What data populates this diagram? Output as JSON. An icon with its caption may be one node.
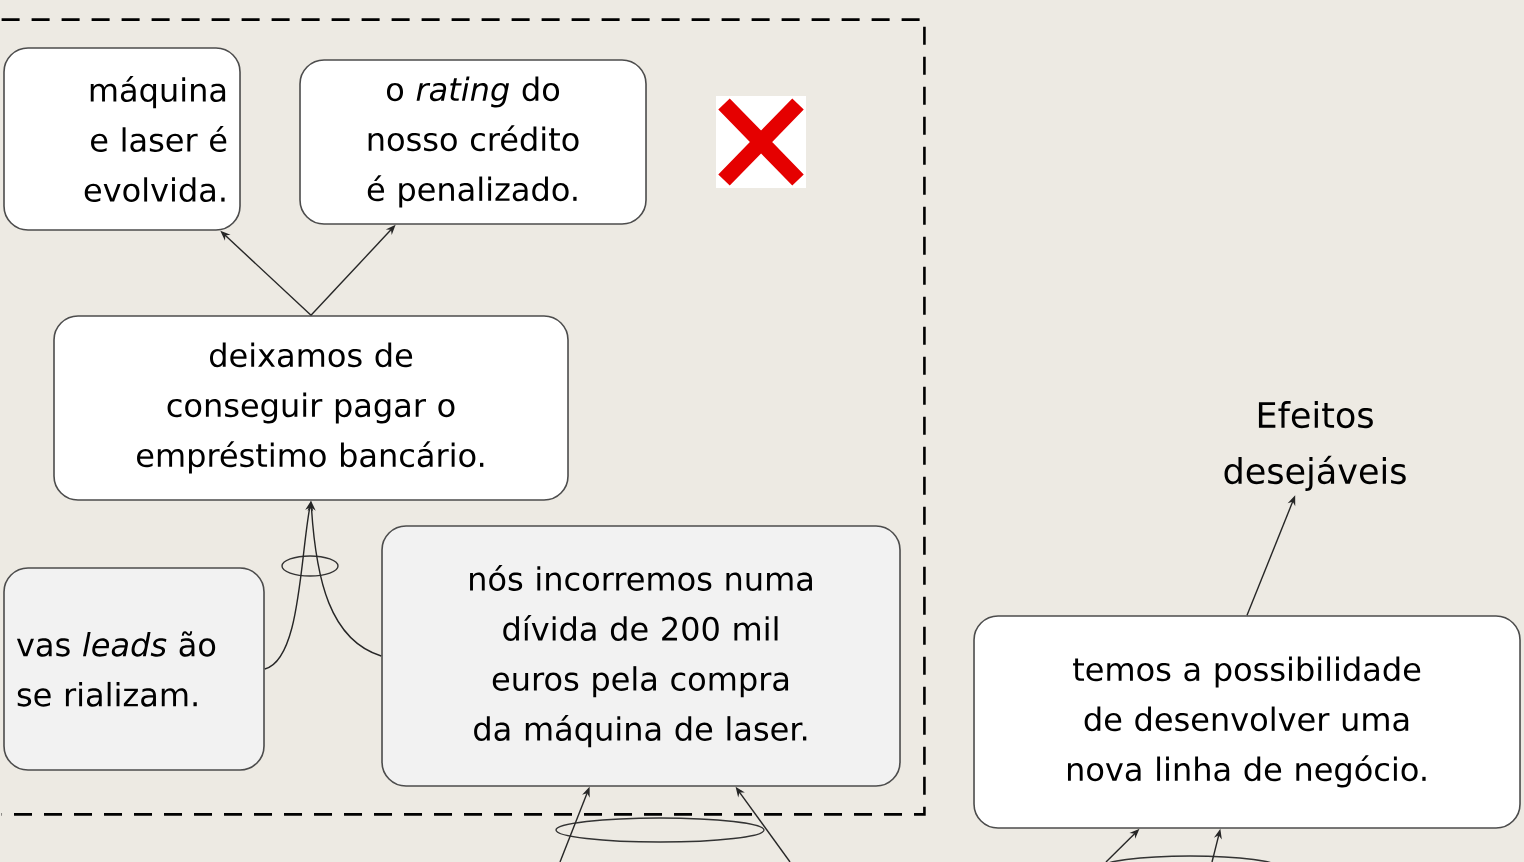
{
  "diagram": {
    "nodes": [
      {
        "text": [],
        "shape": "box"
      },
      {
        "text": [
          "máquina e laser é evolvida."
        ],
        "in": 0
      },
      {
        "text": [
          "o *rating* do nosso crédito é penalizado."
        ],
        "in": 0
      },
      {
        "text": [
          "deixamos de conseguir pagar o empréstimo bancário."
        ],
        "in": 0
      },
      {
        "text": [
          "vas *leads* ão se rializam."
        ],
        "in": 0
      },
      {
        "text": [
          "nós incorremos numa dívida de 200 mil euros pela compra da máquina de laser."
        ],
        "in": 0
      },
      {
        "text": [
          "Efeitos desejáveis"
        ]
      },
      {
        "text": [
          "temos a possibilidade de desenvolver uma nova linha de negócio."
        ]
      }
    ],
    "edges": [
      {
        "from": 3,
        "to": 1,
        "arrow": "to"
      },
      {
        "from": 3,
        "to": 2,
        "arrow": "to"
      },
      {
        "from": 4,
        "to": 3,
        "arrow": "to"
      },
      {
        "from": 5,
        "to": 3,
        "arrow": "to"
      },
      {
        "from": null,
        "to": 5,
        "arrow": "to"
      },
      {
        "from": null,
        "to": 5,
        "arrow": "to"
      },
      {
        "from": 7,
        "to": 6,
        "arrow": "to"
      },
      {
        "from": null,
        "to": 7,
        "arrow": "to"
      },
      {
        "from": null,
        "to": 7,
        "arrow": "to"
      }
    ]
  }
}
